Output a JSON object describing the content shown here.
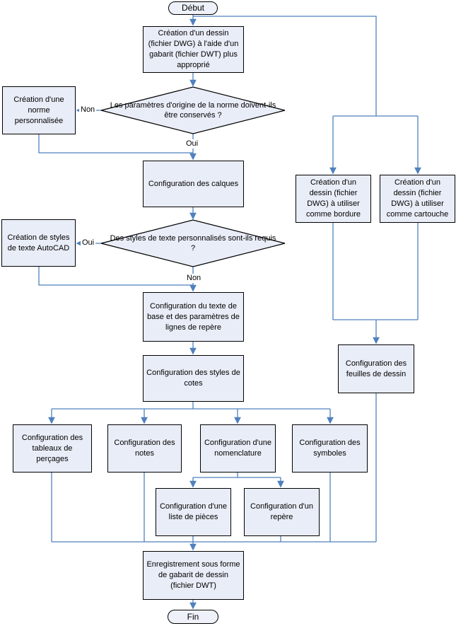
{
  "flowchart": {
    "start": "Début",
    "end": "Fin",
    "nodes": {
      "create_drawing": "Création d'un dessin (fichier DWG) à l'aide d'un gabarit (fichier DWT) plus approprié",
      "custom_standard": "Création d'une norme personnalisée",
      "layers": "Configuration des calques",
      "autocad_text_styles": "Création de styles de texte AutoCAD",
      "base_text": "Configuration du texte de base et des paramètres de lignes de repère",
      "dim_styles": "Configuration des styles de cotes",
      "border_drawing": "Création d'un dessin (fichier DWG) à utiliser comme bordure",
      "titleblock_drawing": "Création d'un dessin (fichier DWG) à utiliser comme cartouche",
      "sheets": "Configuration des feuilles de dessin",
      "hole_tables": "Configuration des tableaux de perçages",
      "notes": "Configuration des notes",
      "bom": "Configuration d'une nomenclature",
      "symbols": "Configuration des symboles",
      "parts_list": "Configuration d'une liste de pièces",
      "balloon": "Configuration d'un repère",
      "save_template": "Enregistrement sous forme de gabarit de dessin (fichier DWT)"
    },
    "decisions": {
      "keep_standard": {
        "question": "Les paramètres d'origine de la norme doivent-ils être conservés ?",
        "yes": "Oui",
        "no": "Non"
      },
      "custom_text_styles": {
        "question": "Des styles de texte personnalisés sont-ils requis ?",
        "yes": "Oui",
        "no": "Non"
      }
    },
    "colors": {
      "node_fill": "#e9edf7",
      "node_border": "#000000",
      "connector": "#4f81bd",
      "terminator_fill": "#eef1f9",
      "background": "#ffffff"
    }
  }
}
